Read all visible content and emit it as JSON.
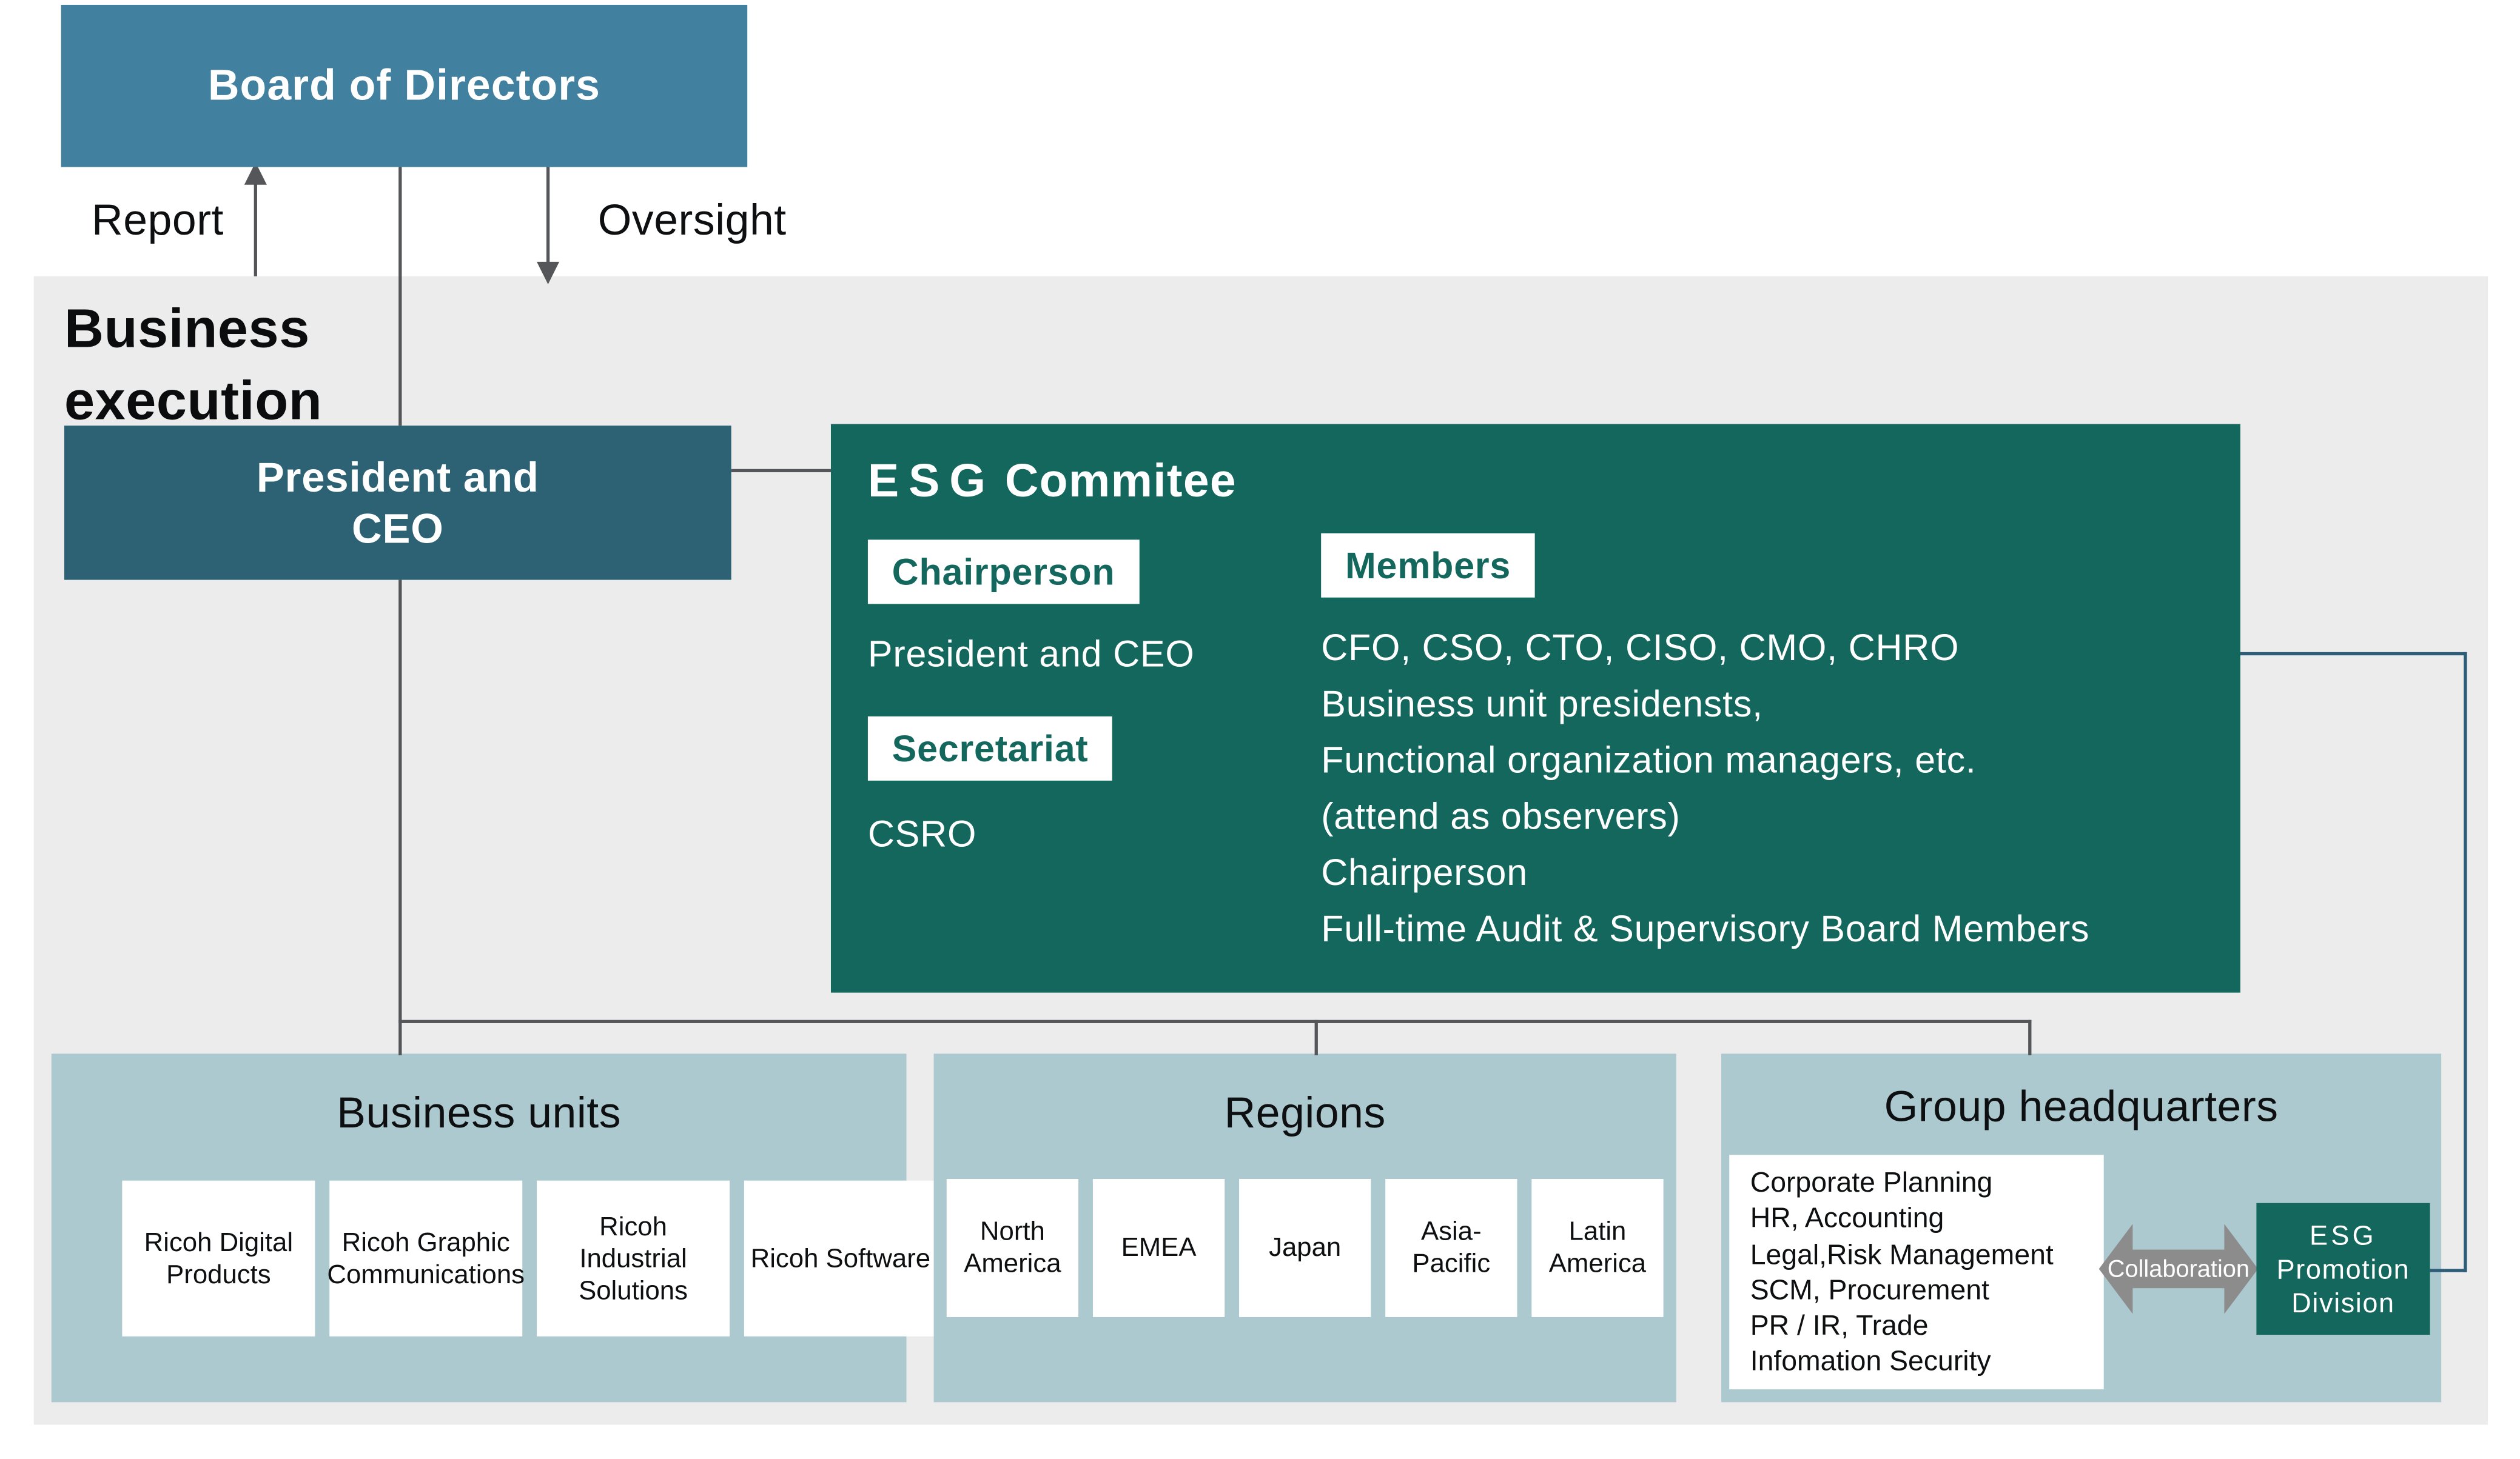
{
  "diagram": {
    "board": {
      "label": "Board of Directors"
    },
    "edges": {
      "report": "Report",
      "oversight": "Oversight"
    },
    "business_execution": {
      "line1": "Business",
      "line2": "execution"
    },
    "president": {
      "line1": "President and",
      "line2": "CEO"
    },
    "esg_committee": {
      "title_prefix": "ESG",
      "title_suffix": "Commitee",
      "chairperson": {
        "label": "Chairperson",
        "value": "President and CEO"
      },
      "secretariat": {
        "label": "Secretariat",
        "value": "CSRO"
      },
      "members": {
        "label": "Members",
        "lines": [
          "CFO, CSO, CTO, CISO, CMO, CHRO",
          "Business unit presidensts,",
          "Functional organization managers, etc.",
          "(attend as observers)",
          "Chairperson",
          "Full-time Audit & Supervisory Board Members"
        ]
      }
    },
    "business_units": {
      "title": "Business units",
      "cards": [
        "Ricoh Digital Products",
        "Ricoh Graphic Communications",
        "Ricoh Industrial Solutions",
        "Ricoh Software"
      ]
    },
    "regions": {
      "title": "Regions",
      "cards": [
        "North America",
        "EMEA",
        "Japan",
        "Asia-Pacific",
        "Latin America"
      ]
    },
    "group_headquarters": {
      "title": "Group headquarters",
      "functions": [
        "Corporate Planning",
        "HR, Accounting",
        "Legal,Risk Management",
        "SCM, Procurement",
        "PR / IR, Trade",
        "Infomation Security"
      ],
      "collaboration_label": "Collaboration",
      "esg_promotion": {
        "line1": "ESG",
        "line2": "Promotion",
        "line3": "Division"
      }
    },
    "colors": {
      "board_blue": "#4280a0",
      "president_teal": "#2d6174",
      "esg_green": "#14675c",
      "panel_light_blue": "#acc9cf",
      "execution_gray": "#ececec",
      "line_gray": "#55565a",
      "connector_navy": "#2e5d78",
      "collaboration_gray": "#8c8c8d"
    }
  }
}
